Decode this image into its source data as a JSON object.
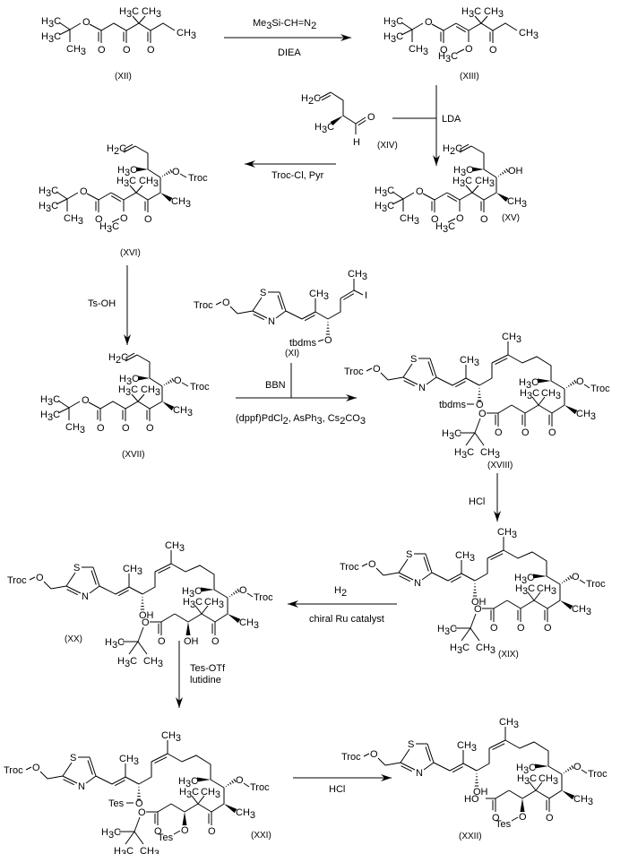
{
  "title": "Synthesis scheme of epothilone intermediates (XII) to (XXII)",
  "compounds": [
    {
      "id": "XII",
      "label": "(XII)"
    },
    {
      "id": "XIII",
      "label": "(XIII)"
    },
    {
      "id": "XIV",
      "label": "(XIV)"
    },
    {
      "id": "XV",
      "label": "(XV)"
    },
    {
      "id": "XVI",
      "label": "(XVI)"
    },
    {
      "id": "XVII",
      "label": "(XVII)"
    },
    {
      "id": "XI",
      "label": "(XI)"
    },
    {
      "id": "XVIII",
      "label": "(XVIII)"
    },
    {
      "id": "XIX",
      "label": "(XIX)"
    },
    {
      "id": "XX",
      "label": "(XX)"
    },
    {
      "id": "XXI",
      "label": "(XXI)"
    },
    {
      "id": "XXII",
      "label": "(XXII)"
    }
  ],
  "steps": [
    {
      "from": "XII",
      "to": "XIII",
      "above": "Me3Si-CH=N2",
      "below": "DIEA"
    },
    {
      "from": "XIII",
      "to": "XV",
      "reagent": "LDA",
      "with": "XIV"
    },
    {
      "from": "XV",
      "to": "XVI",
      "above": "Troc-Cl,  Pyr",
      "below": ""
    },
    {
      "from": "XVI",
      "to": "XVII",
      "reagent": "Ts-OH"
    },
    {
      "from": "XVII",
      "to": "XVIII",
      "above": "BBN",
      "below": "(dppf)PdCl2, AsPh3, Cs2CO3",
      "with": "XI"
    },
    {
      "from": "XVIII",
      "to": "XIX",
      "reagent": "HCl"
    },
    {
      "from": "XIX",
      "to": "XX",
      "above": "H2",
      "below": "chiral Ru catalyst"
    },
    {
      "from": "XX",
      "to": "XXI",
      "reagent": "Tes-OTf",
      "reagent2": "lutidine"
    },
    {
      "from": "XXI",
      "to": "XXII",
      "above": "",
      "below": "HCl"
    }
  ],
  "groups": {
    "troc": "Troc",
    "tbdms": "tbdms",
    "tes": "Tes",
    "oh": "OH",
    "ho": "HO",
    "o": "O",
    "s": "S",
    "n": "N",
    "i": "I",
    "h": "H"
  }
}
